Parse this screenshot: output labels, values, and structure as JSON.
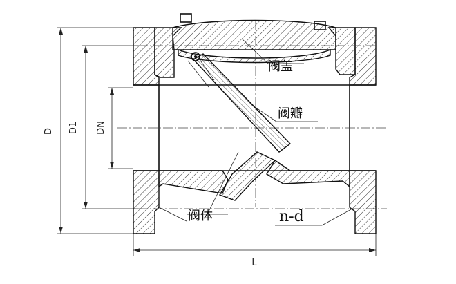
{
  "labels": {
    "bonnet": "阀盖",
    "disc": "阀瓣",
    "body": "阀体",
    "bolts": "n-d"
  },
  "dimensions": {
    "d": "D",
    "d1": "D1",
    "dn": "DN",
    "l": "L"
  }
}
